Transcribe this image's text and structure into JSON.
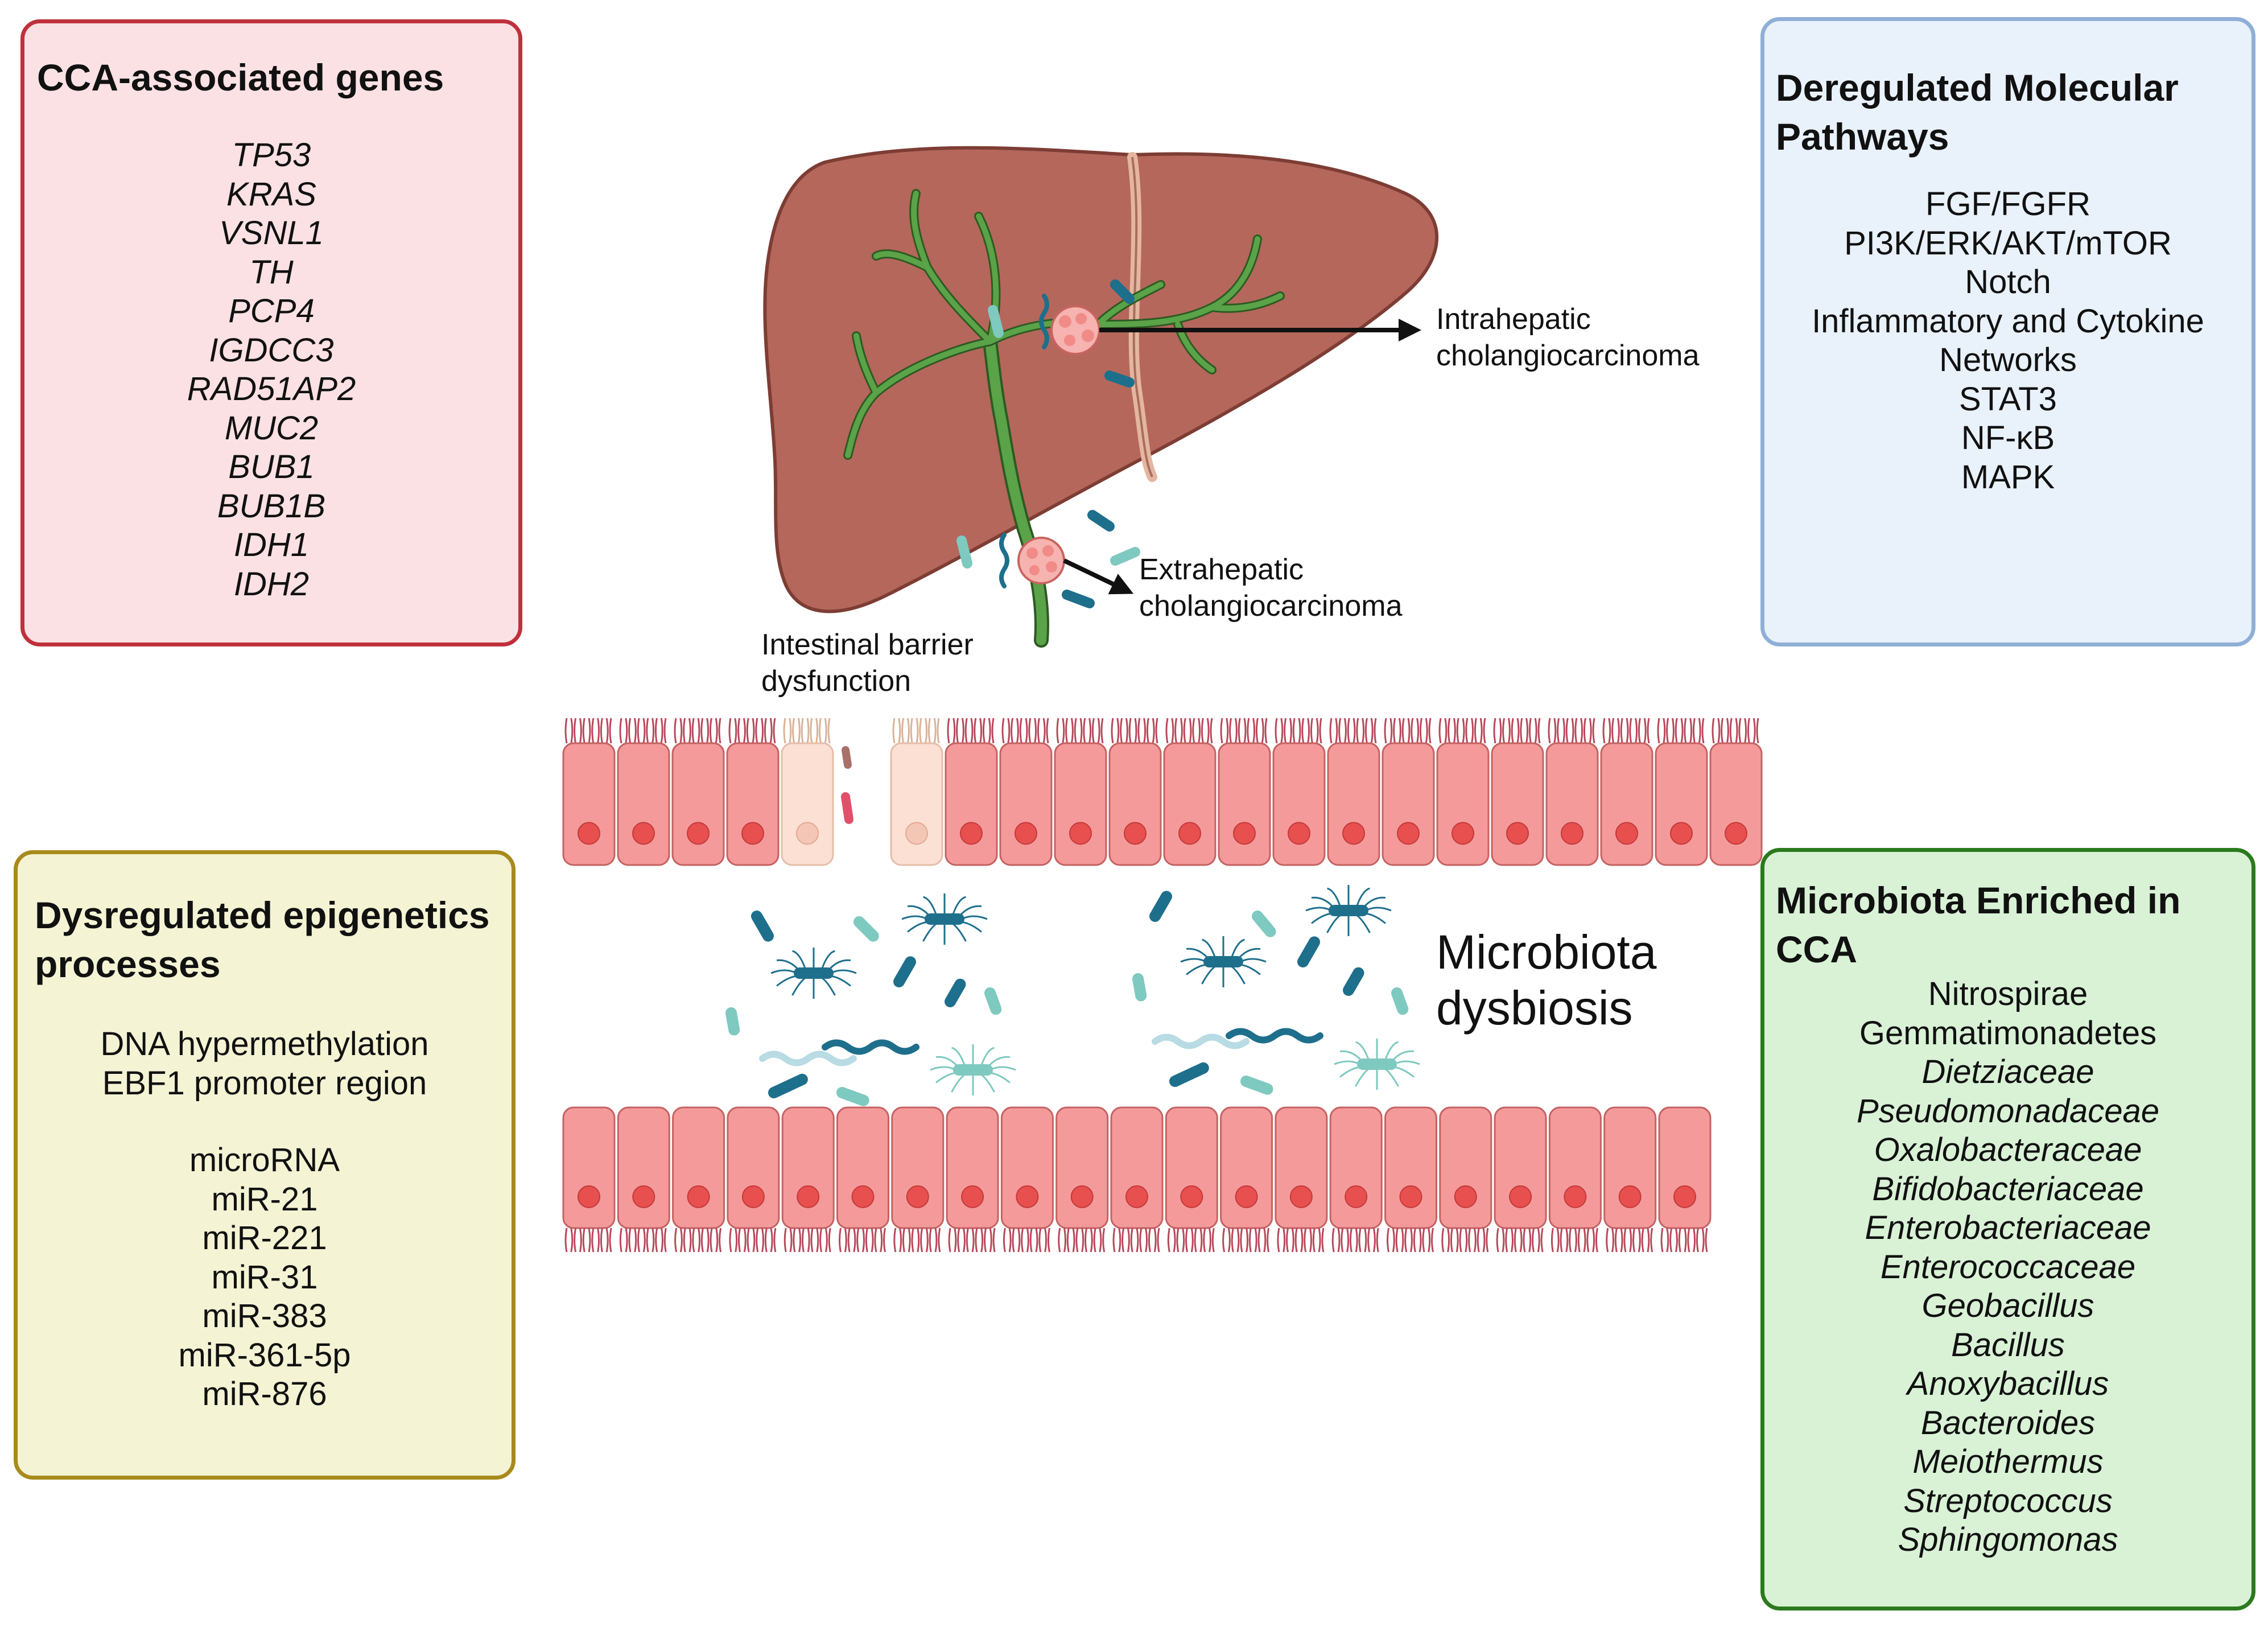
{
  "genes": {
    "title": "CCA-associated genes",
    "items": [
      "TP53",
      "KRAS",
      "VSNL1",
      "TH",
      "PCP4",
      "IGDCC3",
      "RAD51AP2",
      "MUC2",
      "BUB1",
      "BUB1B",
      "IDH1",
      "IDH2"
    ],
    "border": "#c0303c",
    "fill": "#fbe1e3"
  },
  "pathways": {
    "title_line1": "Deregulated Molecular",
    "title_line2": "Pathways",
    "items": [
      "FGF/FGFR",
      "PI3K/ERK/AKT/mTOR",
      "Notch",
      "Inflammatory and Cytokine",
      "Networks",
      "STAT3",
      "NF-κB",
      "MAPK"
    ],
    "border": "#8fb0d6",
    "fill": "#e9f1fb"
  },
  "epigenetics": {
    "title_line1": "Dysregulated epigenetics",
    "title_line2": "processes",
    "items_a": [
      "DNA hypermethylation",
      "EBF1 promoter region"
    ],
    "items_b": [
      "microRNA",
      "miR-21",
      "miR-221",
      "miR-31",
      "miR-383",
      "miR-361-5p",
      "miR-876"
    ],
    "border": "#a88a1c",
    "fill": "#f4f3d4"
  },
  "microbiota": {
    "title_line1": "Microbiota Enriched in",
    "title_line2": "CCA",
    "items_plain": [
      "Nitrospirae",
      "Gemmatimonadetes"
    ],
    "items_italic": [
      "Dietziaceae",
      "Pseudomonadaceae",
      "Oxalobacteraceae",
      "Bifidobacteriaceae",
      "Enterobacteriaceae",
      "Enterococcaceae",
      "Geobacillus",
      "Bacillus",
      "Anoxybacillus",
      "Bacteroides",
      "Meiothermus",
      "Streptococcus",
      "Sphingomonas"
    ],
    "border": "#2b7a1e",
    "fill": "#d9f2d6"
  },
  "labels": {
    "intra_1": "Intrahepatic",
    "intra_2": "cholangiocarcinoma",
    "extra_1": "Extrahepatic",
    "extra_2": "cholangiocarcinoma",
    "barrier_1": "Intestinal barrier",
    "barrier_2": "dysfunction",
    "dysbiosis_1": "Microbiota",
    "dysbiosis_2": "dysbiosis"
  },
  "colors": {
    "liver": "#b5675c",
    "liver_edge": "#7d3d34",
    "bile_duct": "#5aa348",
    "cell": "#f59a9a",
    "cell_edge": "#c46363",
    "nucleus": "#e8504f",
    "bacteria_dark": "#1e6f8c",
    "bacteria_light": "#7ec9c0"
  }
}
